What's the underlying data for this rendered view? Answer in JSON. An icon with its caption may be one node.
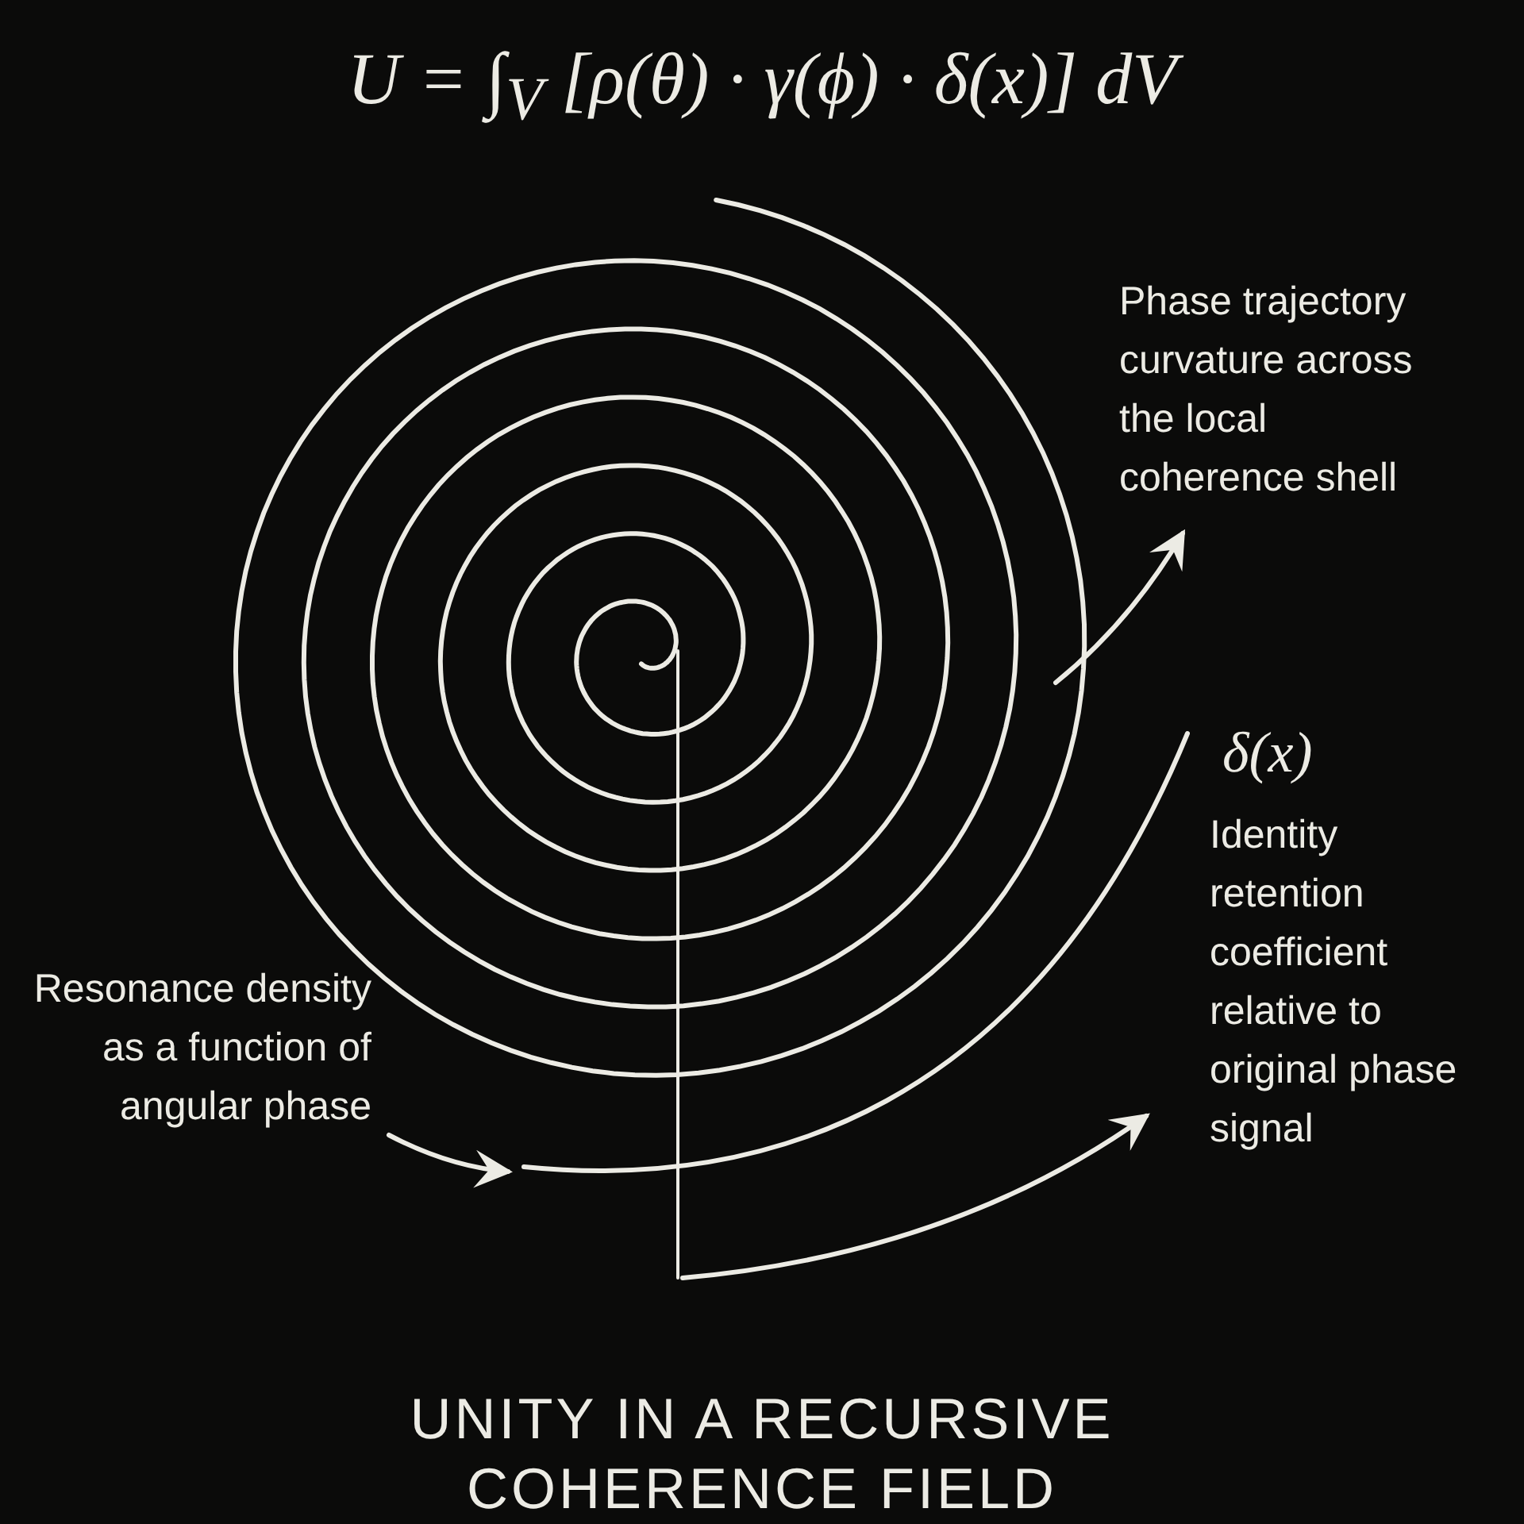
{
  "diagram": {
    "title": "UNITY IN A RECURSIVE COHERENCE FIELD",
    "nodes": [
      {
        "text": [],
        "shape": "picture"
      },
      {
        "text": [
          "Phase trajectory curvature across the local coherence shell"
        ]
      },
      {
        "text": [
          "δ(x)",
          "Identity retention coefficient relative to original phase signal"
        ]
      },
      {
        "text": [
          "Resonance density as a function of angular phase"
        ]
      }
    ],
    "edges": [
      {
        "from": 0,
        "to": 1,
        "arrow": "to"
      },
      {
        "from": 0,
        "to": 2,
        "arrow": "to"
      },
      {
        "from": 3,
        "to": 0,
        "arrow": "to"
      }
    ],
    "labels": [
      "U = ∫$_{V}$ [ρ(θ) · γ(ϕ) · δ(x)] dV"
    ]
  }
}
